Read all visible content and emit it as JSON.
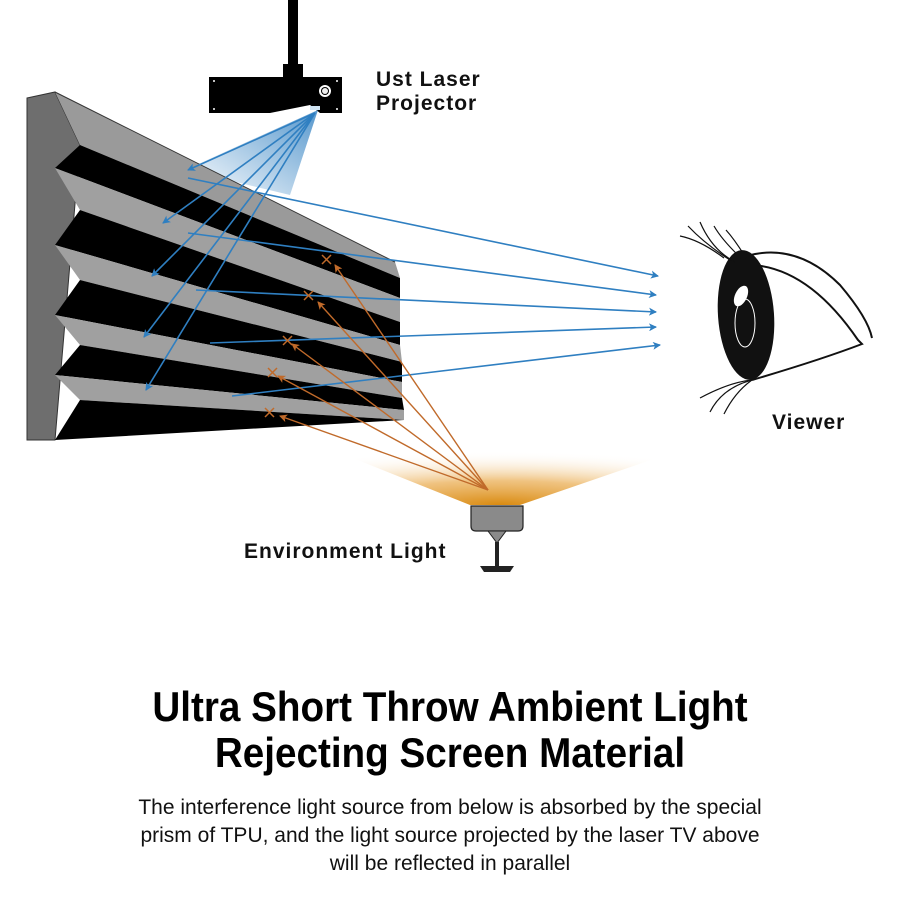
{
  "labels": {
    "projector_line1": "Ust Laser",
    "projector_line2": "Projector",
    "viewer": "Viewer",
    "environment_light": "Environment Light"
  },
  "title": {
    "line1": "Ultra Short Throw Ambient Light",
    "line2": "Rejecting Screen Material"
  },
  "description": {
    "line1": "The interference light source from below is absorbed by the special",
    "line2": "prism of TPU, and the light source projected by the laser TV above",
    "line3": "will be reflected in parallel"
  },
  "colors": {
    "projected_light": "#2f7fc1",
    "ambient_light": "#c06a2a",
    "ambient_glow": "#d98a10",
    "screen_gray": "#8f8f8f",
    "screen_dark": "#000000",
    "text": "#111111"
  },
  "icons": [
    "projector-icon",
    "eye-icon",
    "lamp-icon",
    "absorbed-x-mark"
  ]
}
